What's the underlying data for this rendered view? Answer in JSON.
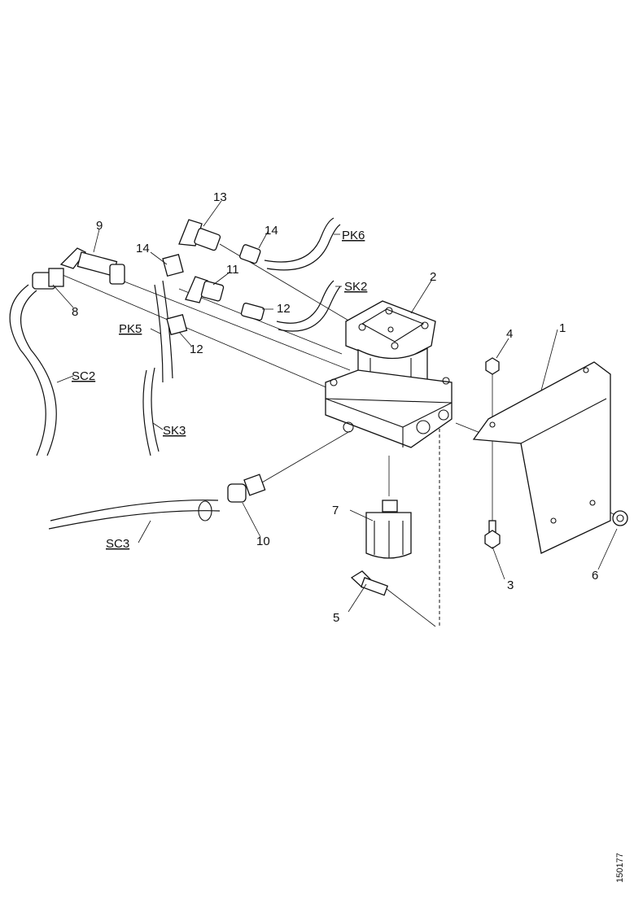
{
  "callouts": {
    "c1": "1",
    "c2": "2",
    "c3": "3",
    "c4": "4",
    "c5": "5",
    "c6": "6",
    "c7": "7",
    "c8": "8",
    "c9": "9",
    "c10": "10",
    "c11": "11",
    "c12a": "12",
    "c12b": "12",
    "c13": "13",
    "c14a": "14",
    "c14b": "14"
  },
  "hoses": {
    "pk6": "PK6",
    "sk2": "SK2",
    "pk5": "PK5",
    "sk3": "SK3",
    "sc2": "SC2",
    "sc3": "SC3"
  },
  "drawing_number": "150177"
}
